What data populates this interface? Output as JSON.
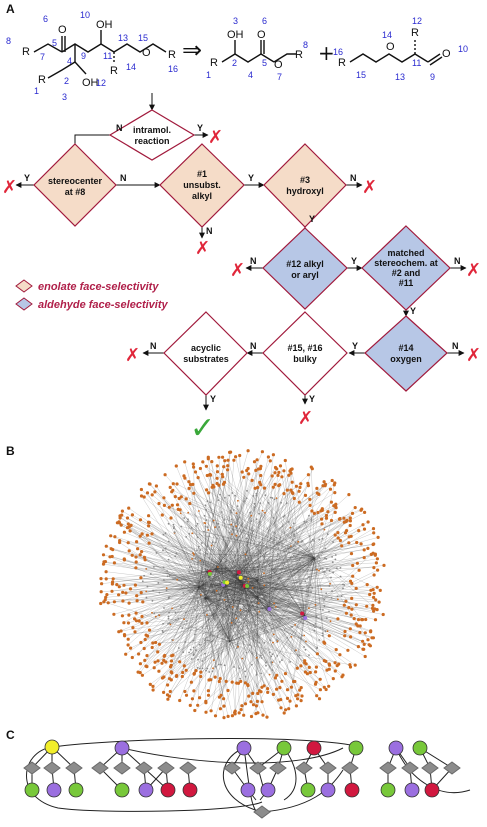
{
  "panels": {
    "a": "A",
    "b": "B",
    "c": "C"
  },
  "colors": {
    "enolate": "#f5dcc8",
    "aldehyde": "#b7c7e6",
    "diamond_border": "#a11a3c",
    "cross": "#e0263a",
    "check": "#3aa83a",
    "node_orange": "#cc6b22",
    "yellow": "#f2ee2a",
    "purple": "#9b6fe0",
    "green": "#78c83a",
    "red": "#d1183f",
    "gray": "#8a8a8a"
  },
  "chem": {
    "atoms": {
      "R": "R",
      "O": "O",
      "OH": "OH",
      "oxo": "O"
    },
    "left_numbers": [
      "8",
      "7",
      "6",
      "5",
      "4",
      "9",
      "10",
      "11",
      "12",
      "13",
      "14",
      "15",
      "16",
      "1",
      "2",
      "3"
    ],
    "right1_numbers": [
      "3",
      "6",
      "1",
      "2",
      "4",
      "5",
      "7",
      "8"
    ],
    "right2_numbers": [
      "12",
      "16",
      "15",
      "14",
      "13",
      "11",
      "9",
      "10"
    ],
    "arrow": "⇒",
    "plus": "+"
  },
  "flow": {
    "yes": "Y",
    "no": "N",
    "intramol": [
      "intramol.",
      "reaction"
    ],
    "stereocenter": [
      "stereocenter",
      "at #8"
    ],
    "unsubst": [
      "#1",
      "unsubst.",
      "alkyl"
    ],
    "hydroxyl": [
      "#3",
      "hydroxyl"
    ],
    "alkyl_aryl": [
      "#12 alkyl",
      "or aryl"
    ],
    "matched": [
      "matched",
      "stereochem. at",
      "#2 and",
      "#11"
    ],
    "oxygen": [
      "#14",
      "oxygen"
    ],
    "bulky": [
      "#15, #16",
      "bulky"
    ],
    "acyclic": [
      "acyclic",
      "substrates"
    ],
    "cross_glyph": "✗",
    "check_glyph": "✓"
  },
  "legend": [
    {
      "label": "enolate face-selectivity",
      "color": "#f5dcc8"
    },
    {
      "label": "aldehyde face-selectivity",
      "color": "#b7c7e6"
    }
  ]
}
